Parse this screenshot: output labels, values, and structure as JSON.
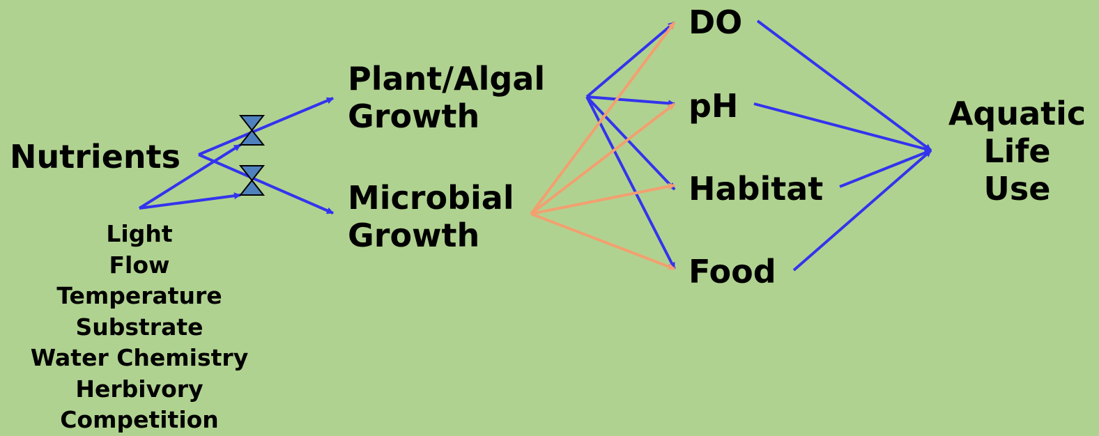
{
  "nodes": {
    "nutrients": "Nutrients",
    "plant_algal": [
      "Plant/Algal",
      "Growth"
    ],
    "microbial": [
      "Microbial",
      "Growth"
    ],
    "do": "DO",
    "ph": "pH",
    "habitat": "Habitat",
    "food": "Food",
    "aquatic": [
      "Aquatic",
      "Life",
      "Use"
    ]
  },
  "factors": [
    "Light",
    "Flow",
    "Temperature",
    "Substrate",
    "Water Chemistry",
    "Herbivory",
    "Competition"
  ],
  "colors": {
    "background": "#b0d290",
    "blue_arrow": "#3333ee",
    "orange_arrow": "#f2a070",
    "valve_fill": "#4f81bd"
  }
}
